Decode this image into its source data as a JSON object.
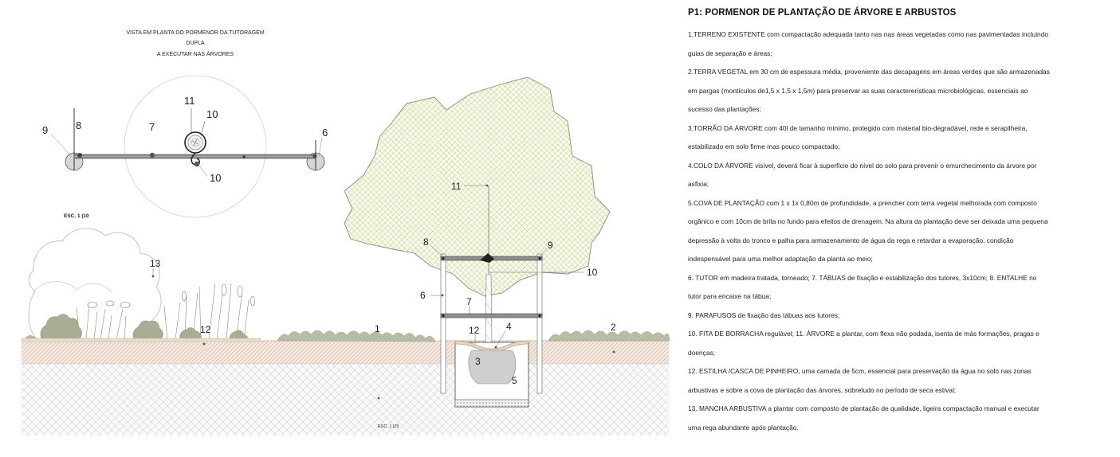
{
  "plan": {
    "title_lines": [
      "VISTA EM PLANTA DO PORMENOR DA TUTORAGEM",
      "DUPLA",
      "A EXECUTAR NAS ÁRVORES"
    ],
    "scale": "ESC. 1 |10",
    "callouts": {
      "c9": "9",
      "c8": "8",
      "c7": "7",
      "c11": "11",
      "c10a": "10",
      "c10b": "10",
      "c6": "6"
    }
  },
  "section": {
    "scale": "ESC. 1 |25",
    "callouts": {
      "c13": "13",
      "c12a": "12",
      "c1": "1",
      "c11": "11",
      "c8": "8",
      "c9": "9",
      "c10": "10",
      "c6": "6",
      "c7": "7",
      "c12b": "12",
      "c4": "4",
      "c3": "3",
      "c5": "5",
      "c2": "2"
    }
  },
  "legend": {
    "title": "P1: PORMENOR DE PLANTAÇÃO DE ÁRVORE E ARBUSTOS",
    "lines": [
      "1.TERRENO EXISTENTE com compactação adequada tanto nas nas áreas vegetadas como nas pavimentadas incluindo",
      "guias de separação e áreas;",
      "2.TERRA VEGETAL em 30 cm de espessura média, proveniente das decapagens em áreas verdes que são armazenadas",
      "em pargas (montículos de1,5 x 1,5 x 1,5m) para preservar as suas caractererísticas microbiológicas, essenciais ao",
      "sucesso das plantações;",
      "3.TORRÃO DA ÁRVORE com 40l de tamanho mínimo, protegido com material bio-degradável, rede e serapilheira,",
      "estabilizado em solo firme mas pouco compactado;",
      "4.COLO DA ÁRVORE visível, deverá ficar à superfície do nível do solo para prevenir o emurchecimento da árvore por",
      "asfixia;",
      "5.COVA DE PLANTAÇÃO com 1 x 1x 0,80m de profundidade, a prencher com terra vegetal melhorada com composto",
      "orgânico e com 10cm de brita no fundo para efeitos de drenagem. Na altura da plantação deve ser deixada uma pequena",
      "depressão à volta do tronco e palha para armazenamento de água da rega e retardar a evaporação, condição",
      "indespensável para uma melhor adaptação da planta ao meio;",
      "6.  TUTOR em madeira tratada, torneado;   7.  TÁBUAS de fixação e estabilização dos tutores, 3x10cm;   8.  ENTALHE no",
      "tutor para encaixe na tábua;",
      "9.  PARAFUSOS de fixação das tábuas aos tutores;",
      "10.  FITA DE BORRACHA regulável;   11.  ÁRVORE a plantar, com flexa não podada, isenta de más formações, pragas e",
      "doenças;",
      "12.  ESTILHA /CASCA DE PINHEIRO, uma camada de 5cm, essencial para preservação da água no solo nas zonas",
      "arbustivas e sobre a cova de plantação das árvores, sobretudo no período de seca estival;",
      "13. MANCHA ARBUSTIVA a plantar com composto de plantação de qualidade, ligeira compactação manual e executar",
      "uma rega abundante após plantação."
    ]
  }
}
